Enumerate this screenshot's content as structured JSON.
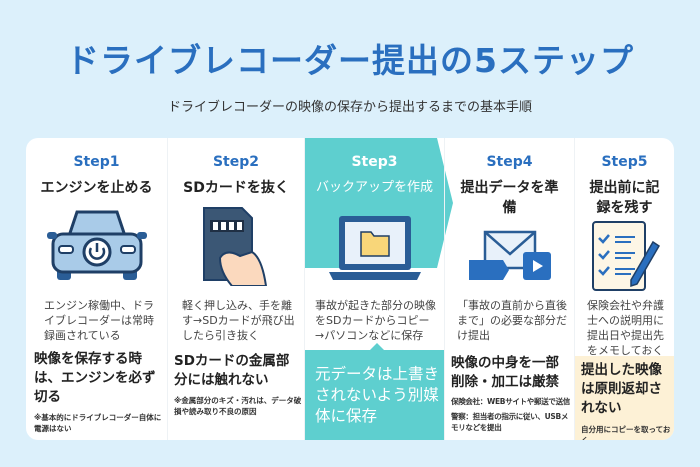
{
  "title": "ドライブレコーダー提出の5ステップ",
  "subtitle": "ドライブレコーダーの映像の保存から提出するまでの基本手順",
  "colors": {
    "title": "#2a6fbf",
    "accent": "#5ecfcf",
    "highlight": "#fdf1d6",
    "icon": "#2a5d96"
  },
  "steps": [
    {
      "step": "Step1",
      "heading": "エンジンを止める",
      "icon": "car-power-icon",
      "desc": "エンジン稼働中、ドライブレコーダーは常時録画されている",
      "warning": "映像を保存する時は、エンジンを必ず切る",
      "notes": [
        "※基本的にドライブレコーダー自体に電源はない"
      ]
    },
    {
      "step": "Step2",
      "heading": "SDカードを抜く",
      "icon": "sd-card-icon",
      "desc": "軽く押し込み、手を離す→SDカードが飛び出したら引き抜く",
      "warning": "SDカードの金属部分には触れない",
      "notes": [
        "※金属部分のキズ・汚れは、データ破損や読み取り不良の原因"
      ]
    },
    {
      "step": "Step3",
      "heading": "バックアップを作成",
      "icon": "laptop-folder-icon",
      "desc": "事故が起きた部分の映像をSDカードからコピー→パソコンなどに保存",
      "warning": "元データは上書きされないよう別媒体に保存",
      "notes": []
    },
    {
      "step": "Step4",
      "heading": "提出データを準備",
      "icon": "mail-web-video-icon",
      "desc": "「事故の直前から直後まで」の必要な部分だけ提出",
      "warning": "映像の中身を一部削除・加工は厳禁",
      "notes": [
        "保険会社：WEBサイトや郵送で送信",
        "警察：担当者の指示に従い、USBメモリなどを提出"
      ]
    },
    {
      "step": "Step5",
      "heading": "提出前に記録を残す",
      "icon": "checklist-pen-icon",
      "desc": "保険会社や弁護士への説明用に提出日や提出先をメモしておく",
      "warning": "提出した映像は原則返却されない",
      "notes": [
        "自分用にコピーを取っておく"
      ]
    }
  ]
}
